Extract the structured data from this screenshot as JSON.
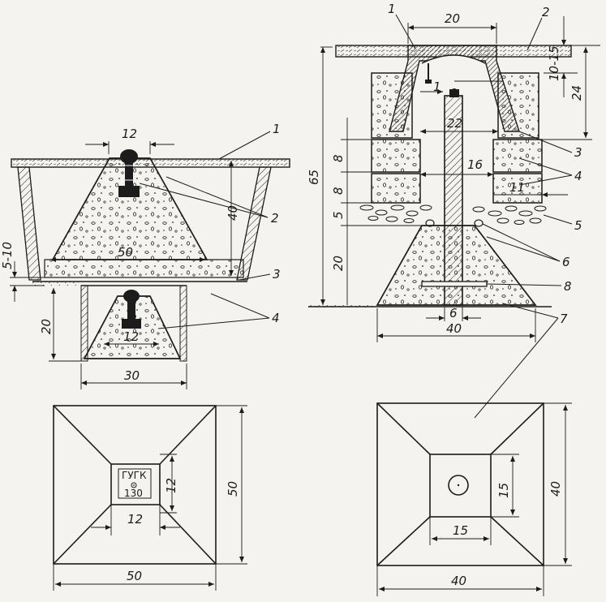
{
  "left_section": {
    "dims": {
      "top_width": "12",
      "depth": "40",
      "gap": "5-10",
      "mid_width": "50",
      "lower_depth": "20",
      "lower_inner": "12",
      "lower_width": "30"
    },
    "callouts": [
      "1",
      "2",
      "3",
      "4"
    ]
  },
  "right_section": {
    "dims": {
      "top_width": "20",
      "cover": "10-15",
      "upper": "24",
      "total": "65",
      "gap_small": "1",
      "pipe_cap": "22",
      "ring1": "8",
      "ring2": "8",
      "ring_width": "16",
      "ring_thick": "11",
      "gravel": "5",
      "base": "20",
      "pipe": "6",
      "base_width": "40"
    },
    "callouts": [
      "1",
      "2",
      "3",
      "4",
      "5",
      "6",
      "7",
      "8"
    ]
  },
  "left_plan": {
    "label_line1": "ГУГК",
    "label_line2": "130",
    "inner_w": "12",
    "inner_h": "12",
    "outer_w": "50",
    "outer_h": "50"
  },
  "right_plan": {
    "inner_w": "15",
    "inner_h": "15",
    "outer_w": "40",
    "outer_h": "40"
  }
}
